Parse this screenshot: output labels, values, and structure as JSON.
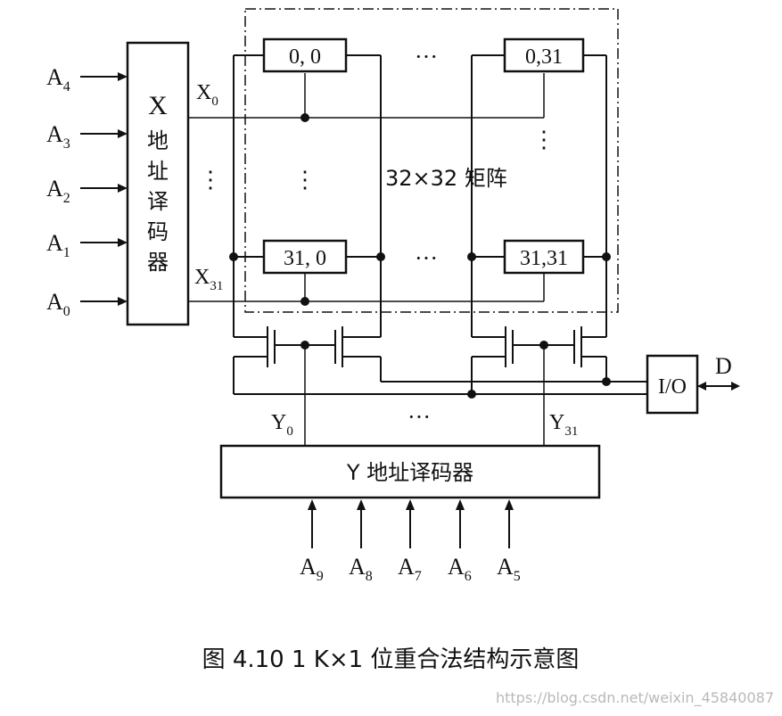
{
  "diagram": {
    "x_decoder": {
      "top": "X",
      "chars": [
        "地",
        "址",
        "译",
        "码",
        "器"
      ]
    },
    "x_inputs": [
      {
        "base": "A",
        "sub": "4"
      },
      {
        "base": "A",
        "sub": "3"
      },
      {
        "base": "A",
        "sub": "2"
      },
      {
        "base": "A",
        "sub": "1"
      },
      {
        "base": "A",
        "sub": "0"
      }
    ],
    "x_lines": [
      {
        "base": "X",
        "sub": "0"
      },
      {
        "base": "X",
        "sub": "31"
      }
    ],
    "cells": [
      "0, 0",
      "0,31",
      "31, 0",
      "31,31"
    ],
    "matrix_label": "32×32 矩阵",
    "ellipsis_h": "···",
    "ellipsis_v": "⋮",
    "y_decoder": "Y 地址译码器",
    "y_lines": [
      {
        "base": "Y",
        "sub": "0"
      },
      {
        "base": "Y",
        "sub": "31"
      }
    ],
    "y_inputs": [
      {
        "base": "A",
        "sub": "9"
      },
      {
        "base": "A",
        "sub": "8"
      },
      {
        "base": "A",
        "sub": "7"
      },
      {
        "base": "A",
        "sub": "6"
      },
      {
        "base": "A",
        "sub": "5"
      }
    ],
    "io_label": "I/O",
    "data_label": "D",
    "caption": "图 4.10   1 K×1 位重合法结构示意图",
    "watermark": "https://blog.csdn.net/weixin_45840087"
  }
}
